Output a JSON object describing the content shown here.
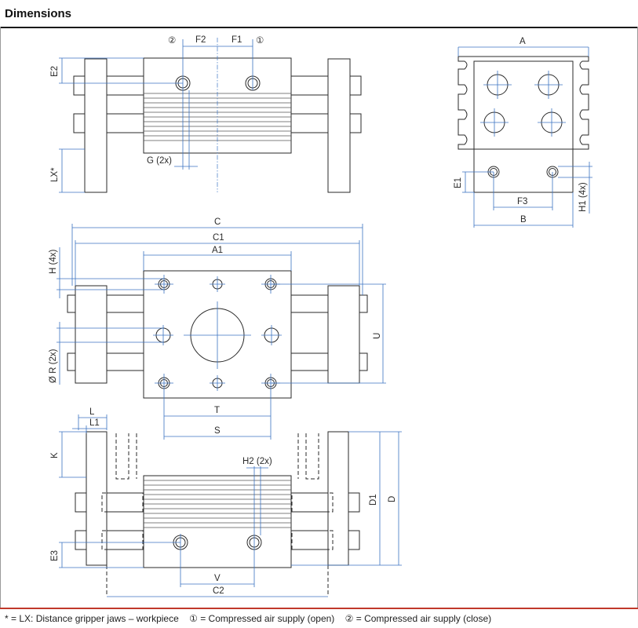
{
  "title": "Dimensions",
  "labels": {
    "F2": "F2",
    "F1": "F1",
    "E2": "E2",
    "G": "G (2x)",
    "LX": "LX*",
    "A": "A",
    "E1": "E1",
    "F3": "F3",
    "B": "B",
    "H1": "H1 (4x)",
    "C": "C",
    "C1": "C1",
    "A1": "A1",
    "H": "H (4x)",
    "R": "Ø R (2x)",
    "U": "U",
    "T": "T",
    "S": "S",
    "L": "L",
    "L1": "L1",
    "K": "K",
    "H2": "H2 (2x)",
    "D1": "D1",
    "D": "D",
    "E3": "E3",
    "V": "V",
    "C2": "C2",
    "port_close": "②",
    "port_open": "①"
  },
  "footnote": {
    "star": "* = LX: Distance gripper jaws – workpiece",
    "open": "① = Compressed air supply (open)",
    "close": "② = Compressed air supply (close)"
  }
}
